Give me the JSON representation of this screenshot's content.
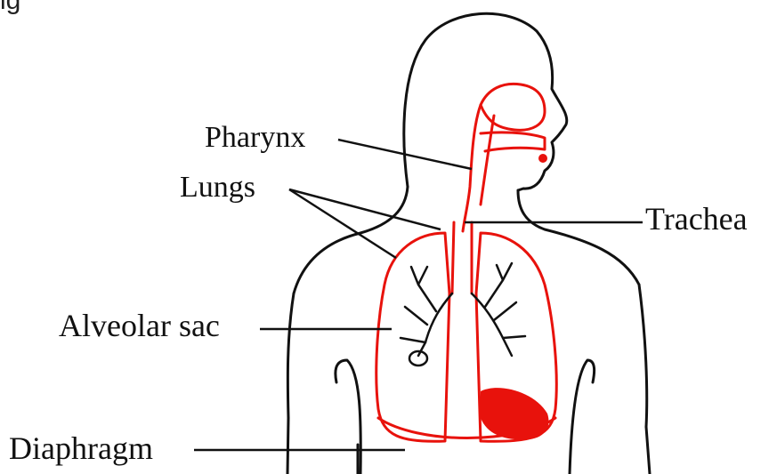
{
  "caption": "ig",
  "labels": {
    "pharynx": "Pharynx",
    "lungs": "Lungs",
    "trachea": "Trachea",
    "alveolar_sac": "Alveolar sac",
    "diaphragm": "Diaphragm"
  },
  "colors": {
    "outline": "#111111",
    "organ": "#e8120c",
    "background": "#ffffff"
  }
}
